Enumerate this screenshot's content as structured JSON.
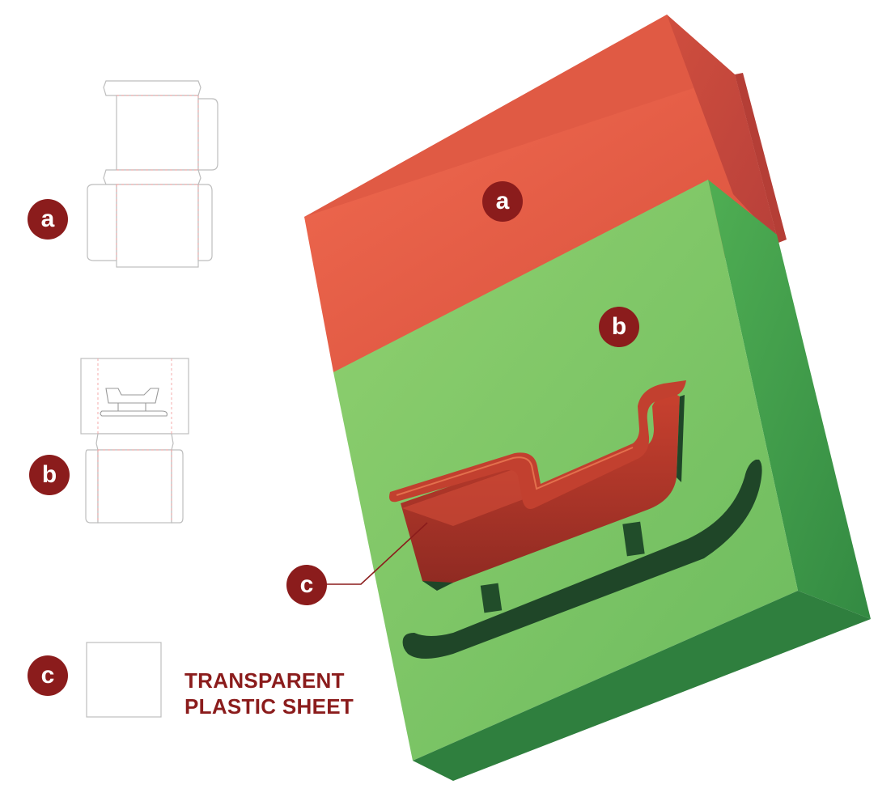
{
  "parts": [
    {
      "id": "a",
      "letter": "a"
    },
    {
      "id": "b",
      "letter": "b"
    },
    {
      "id": "c",
      "letter": "c"
    }
  ],
  "legend": {
    "c_line1": "TRANSPARENT",
    "c_line2": "PLASTIC SHEET"
  },
  "colors": {
    "badge": "#8b1c1c",
    "lid_front": "#e2553f",
    "lid_side": "#c2473a",
    "tray_front": "#78c466",
    "tray_side": "#3f9a4a",
    "window_shadow": "#1f4a2a",
    "sheet_inside": "#9e2c22"
  },
  "icons": [
    "sleigh-icon"
  ]
}
